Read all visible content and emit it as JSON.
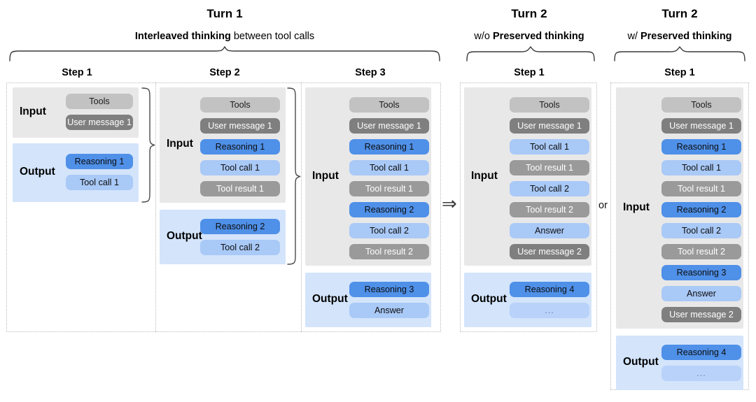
{
  "figure": {
    "groups": [
      {
        "id": "turn1",
        "title": "Turn 1",
        "subtitle_prefix": "Interleaved thinking",
        "subtitle_suffix": " between tool calls"
      },
      {
        "id": "turn2-wo",
        "title": "Turn 2",
        "subtitle_prefix": "w/o ",
        "subtitle_suffix": "Preserved thinking"
      },
      {
        "id": "turn2-w",
        "title": "Turn 2",
        "subtitle_prefix": "w/ ",
        "subtitle_suffix": "Preserved thinking"
      }
    ],
    "connectors": {
      "arrow": "⇒",
      "or": "or"
    },
    "panel_labels": {
      "input": "Input",
      "output": "Output"
    },
    "steps": [
      {
        "id": "t1-step1",
        "label": "Step 1",
        "input": [
          {
            "text": "Tools",
            "kind": "tools"
          },
          {
            "text": "User message 1",
            "kind": "usermsg"
          }
        ],
        "output": [
          {
            "text": "Reasoning 1",
            "kind": "reasoning"
          },
          {
            "text": "Tool call 1",
            "kind": "toolcall"
          }
        ]
      },
      {
        "id": "t1-step2",
        "label": "Step 2",
        "input": [
          {
            "text": "Tools",
            "kind": "tools"
          },
          {
            "text": "User message 1",
            "kind": "usermsg"
          },
          {
            "text": "Reasoning 1",
            "kind": "reasoning"
          },
          {
            "text": "Tool call 1",
            "kind": "toolcall"
          },
          {
            "text": "Tool result 1",
            "kind": "toolresult"
          }
        ],
        "output": [
          {
            "text": "Reasoning 2",
            "kind": "reasoning"
          },
          {
            "text": "Tool call 2",
            "kind": "toolcall"
          }
        ]
      },
      {
        "id": "t1-step3",
        "label": "Step 3",
        "input": [
          {
            "text": "Tools",
            "kind": "tools"
          },
          {
            "text": "User message 1",
            "kind": "usermsg"
          },
          {
            "text": "Reasoning 1",
            "kind": "reasoning"
          },
          {
            "text": "Tool call 1",
            "kind": "toolcall"
          },
          {
            "text": "Tool result 1",
            "kind": "toolresult"
          },
          {
            "text": "Reasoning 2",
            "kind": "reasoning"
          },
          {
            "text": "Tool call 2",
            "kind": "toolcall"
          },
          {
            "text": "Tool result 2",
            "kind": "toolresult"
          }
        ],
        "output": [
          {
            "text": "Reasoning 3",
            "kind": "reasoning"
          },
          {
            "text": "Answer",
            "kind": "answer"
          }
        ]
      },
      {
        "id": "t2wo-step1",
        "label": "Step 1",
        "input": [
          {
            "text": "Tools",
            "kind": "tools"
          },
          {
            "text": "User message 1",
            "kind": "usermsg"
          },
          {
            "text": "Tool call 1",
            "kind": "toolcall"
          },
          {
            "text": "Tool result 1",
            "kind": "toolresult"
          },
          {
            "text": "Tool call 2",
            "kind": "toolcall"
          },
          {
            "text": "Tool result 2",
            "kind": "toolresult"
          },
          {
            "text": "Answer",
            "kind": "answer"
          },
          {
            "text": "User message 2",
            "kind": "usermsg"
          }
        ],
        "output": [
          {
            "text": "Reasoning 4",
            "kind": "reasoning"
          },
          {
            "text": "...",
            "kind": "ellipsis"
          }
        ]
      },
      {
        "id": "t2w-step1",
        "label": "Step 1",
        "input": [
          {
            "text": "Tools",
            "kind": "tools"
          },
          {
            "text": "User message 1",
            "kind": "usermsg"
          },
          {
            "text": "Reasoning 1",
            "kind": "reasoning"
          },
          {
            "text": "Tool call 1",
            "kind": "toolcall"
          },
          {
            "text": "Tool result 1",
            "kind": "toolresult"
          },
          {
            "text": "Reasoning 2",
            "kind": "reasoning"
          },
          {
            "text": "Tool call 2",
            "kind": "toolcall"
          },
          {
            "text": "Tool result 2",
            "kind": "toolresult"
          },
          {
            "text": "Reasoning 3",
            "kind": "reasoning"
          },
          {
            "text": "Answer",
            "kind": "answer"
          },
          {
            "text": "User message 2",
            "kind": "usermsg"
          }
        ],
        "output": [
          {
            "text": "Reasoning 4",
            "kind": "reasoning"
          },
          {
            "text": "...",
            "kind": "ellipsis"
          }
        ]
      }
    ],
    "colors": {
      "tools": "#c2c2c2",
      "usermsg": "#7f7f7f",
      "reasoning": "#4f90e8",
      "toolcall": "#a9c9f7",
      "toolresult": "#9a9a9a",
      "answer": "#a9c9f7",
      "input_panel": "#e8e8e8",
      "output_panel": "#d3e4fb"
    }
  }
}
